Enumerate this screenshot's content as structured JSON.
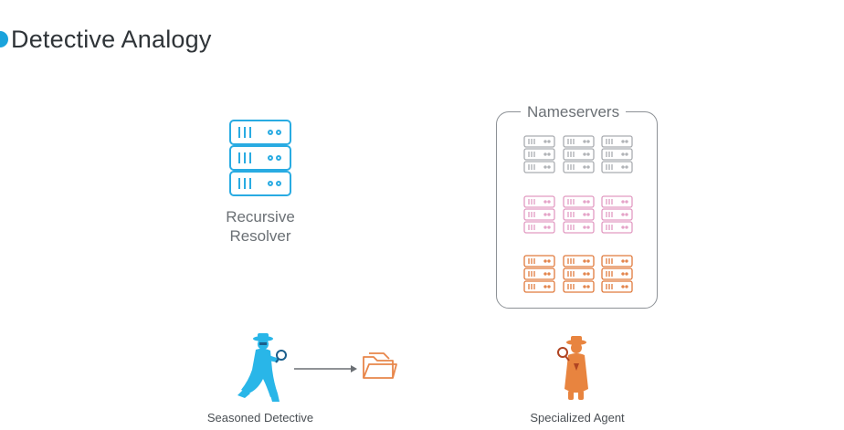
{
  "slide": {
    "title": "Detective Analogy",
    "bullet_color": "#1aa3dc"
  },
  "resolver": {
    "label_line1": "Recursive",
    "label_line2": "Resolver",
    "icon": "server-stack-icon",
    "color": "#29abe2"
  },
  "nameservers": {
    "label": "Nameservers",
    "groups": [
      {
        "name": "gray",
        "color": "#a9acb0",
        "count": 3
      },
      {
        "name": "pink",
        "color": "#e29ac2",
        "count": 3
      },
      {
        "name": "orange",
        "color": "#e07a3c",
        "count": 3
      }
    ]
  },
  "detective": {
    "caption": "Seasoned Detective",
    "icon": "detective-icon",
    "color": "#29b6e8"
  },
  "folder": {
    "icon": "folder-icon",
    "color": "#e8864a"
  },
  "agent": {
    "caption": "Specialized Agent",
    "icon": "agent-icon",
    "color": "#e8843f"
  }
}
